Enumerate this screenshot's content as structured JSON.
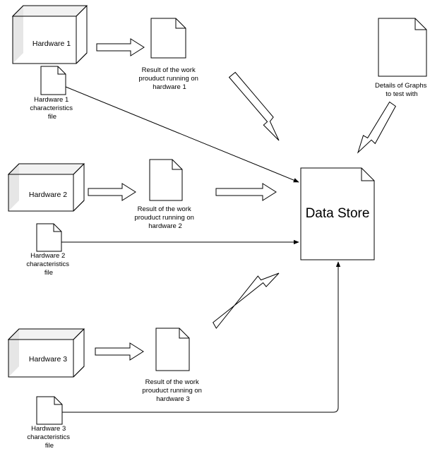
{
  "hardware": [
    {
      "label": "Hardware 1",
      "result_lines": [
        "Result of the work",
        "prouduct running on",
        "hardware 1"
      ],
      "file_lines": [
        "Hardware 1",
        "characteristics",
        "file"
      ]
    },
    {
      "label": "Hardware 2",
      "result_lines": [
        "Result of the work",
        "prouduct running on",
        "hardware 2"
      ],
      "file_lines": [
        "Hardware 2",
        "characteristics",
        "file"
      ]
    },
    {
      "label": "Hardware 3",
      "result_lines": [
        "Result of the work",
        "prouduct running on",
        "hardware 3"
      ],
      "file_lines": [
        "Hardware 3",
        "characteristics",
        "file"
      ]
    }
  ],
  "graphs_doc": {
    "lines": [
      "Details of Graphs",
      "to test with"
    ]
  },
  "data_store": {
    "label": "Data Store"
  }
}
